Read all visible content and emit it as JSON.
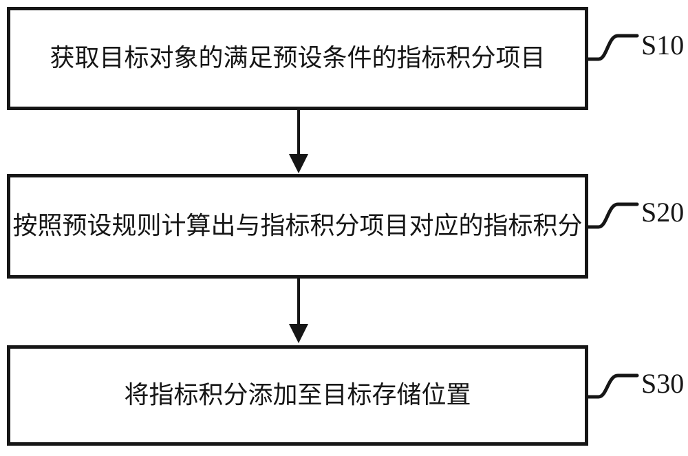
{
  "figure": {
    "kind": "flowchart",
    "steps": [
      {
        "label": "S10",
        "text": "获取目标对象的满足预设条件的指标积分项目"
      },
      {
        "label": "S20",
        "text": "按照预设规则计算出与指标积分项目对应的指标积分"
      },
      {
        "label": "S30",
        "text": "将指标积分添加至目标存储位置"
      }
    ],
    "colors": {
      "line": "#161616",
      "text": "#161616",
      "background": "#ffffff"
    }
  }
}
